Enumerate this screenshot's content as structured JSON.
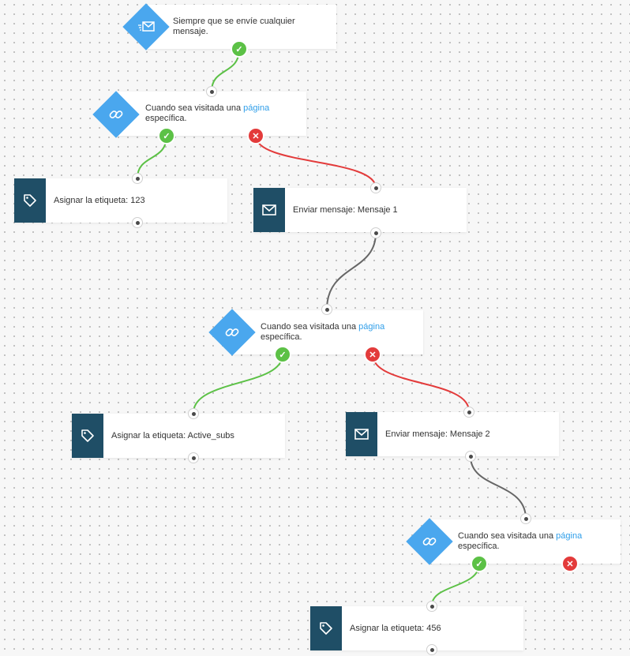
{
  "trigger": {
    "text": "Siempre que se envíe cualquier mensaje.",
    "icon": "message-trigger-icon"
  },
  "condition_text_before": "Cuando sea visitada una",
  "condition_link": "página",
  "condition_text_after": "específica.",
  "actions": {
    "tag_1": "Asignar la etiqueta: 123",
    "message_1": "Enviar mensaje: Mensaje 1",
    "tag_2": "Asignar la etiqueta: Active_subs",
    "message_2": "Enviar mensaje: Mensaje 2",
    "tag_3": "Asignar la etiqueta: 456"
  },
  "badges": {
    "yes": "✓",
    "no": "✕"
  },
  "colors": {
    "condition": "#4aa7ee",
    "action": "#1f4e66",
    "yes": "#5cc146",
    "no": "#e33b3b",
    "link": "#2f9ee9"
  }
}
